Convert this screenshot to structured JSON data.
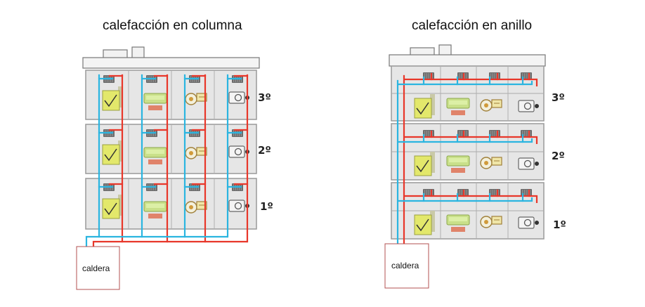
{
  "diagrams": [
    {
      "title": "calefacción en columna",
      "boiler_label": "caldera",
      "floors": [
        "3º",
        "2º",
        "1º"
      ]
    },
    {
      "title": "calefacción en anillo",
      "boiler_label": "caldera",
      "floors": [
        "3º",
        "2º",
        "1º"
      ]
    }
  ],
  "colors": {
    "supply": "#e8372a",
    "return": "#2bb5e0",
    "building_gray": "#e6e6e6",
    "boiler_border": "#b35050"
  },
  "icons": [
    "radiator-icon",
    "bed-icon",
    "sofa-icon",
    "cooker-icon",
    "washing-machine-icon"
  ]
}
